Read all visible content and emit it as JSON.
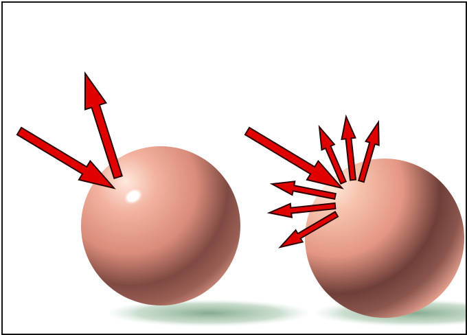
{
  "figure": {
    "panels": [
      {
        "id": "specular",
        "sphere": "glossy-sphere",
        "incident_arrows": 1,
        "reflected_arrows": 1,
        "has_highlight": true
      },
      {
        "id": "diffuse",
        "sphere": "matte-sphere",
        "incident_arrows": 1,
        "reflected_arrows": 6,
        "has_highlight": false
      }
    ],
    "colors": {
      "arrow_fill": "#e00000",
      "arrow_stroke": "#2a0000",
      "sphere_light": "#ffe6d8",
      "sphere_mid": "#e89a86",
      "sphere_dark": "#6a3a33",
      "shadow": "#6f9a78",
      "frame_border": "#111111",
      "background": "#ffffff"
    }
  }
}
